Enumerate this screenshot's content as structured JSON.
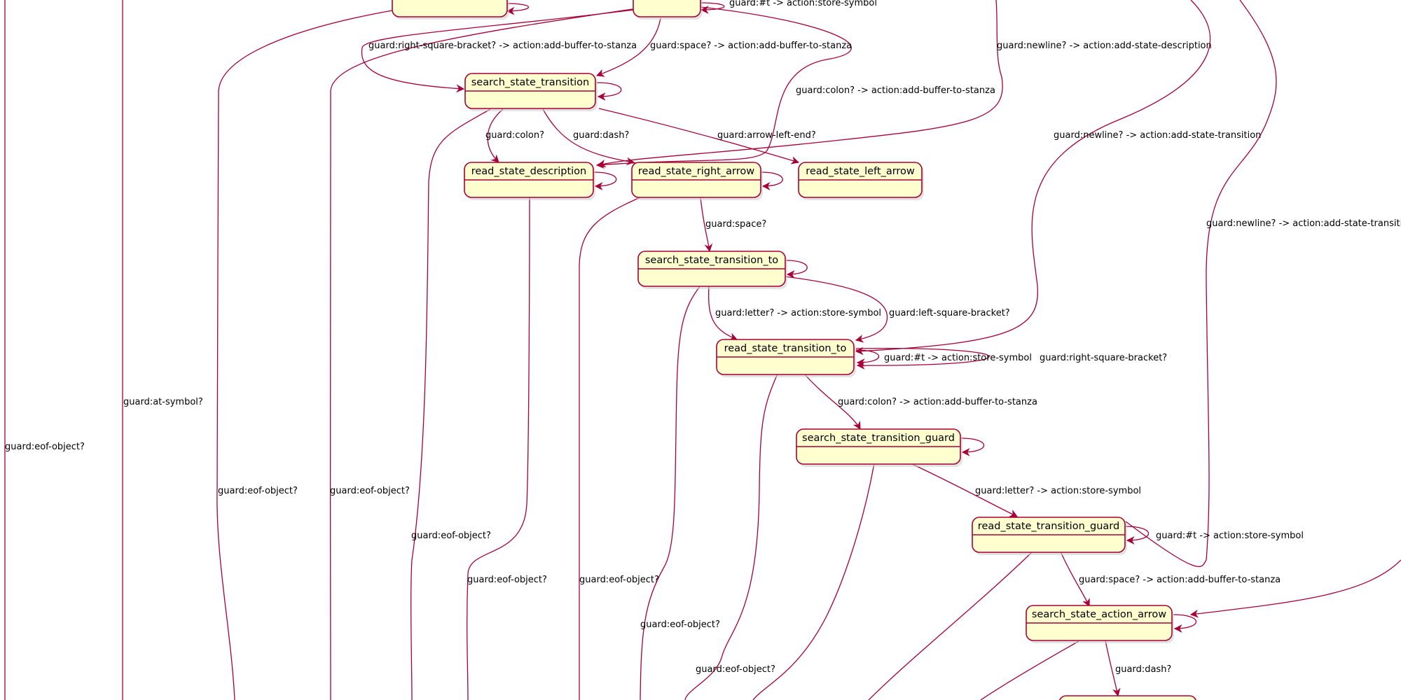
{
  "colors": {
    "node_fill": "#fefece",
    "node_border": "#a80036",
    "edge": "#a80036",
    "text": "#000000",
    "background": "#ffffff"
  },
  "states": [
    {
      "id": "top_left",
      "label": ""
    },
    {
      "id": "top_mid",
      "label": ""
    },
    {
      "id": "search_state_transition",
      "label": "search_state_transition"
    },
    {
      "id": "read_state_description",
      "label": "read_state_description"
    },
    {
      "id": "read_state_right_arrow",
      "label": "read_state_right_arrow"
    },
    {
      "id": "read_state_left_arrow",
      "label": "read_state_left_arrow"
    },
    {
      "id": "search_state_transition_to",
      "label": "search_state_transition_to"
    },
    {
      "id": "read_state_transition_to",
      "label": "read_state_transition_to"
    },
    {
      "id": "search_state_transition_guard",
      "label": "search_state_transition_guard"
    },
    {
      "id": "read_state_transition_guard",
      "label": "read_state_transition_guard"
    },
    {
      "id": "search_state_action_arrow",
      "label": "search_state_action_arrow"
    },
    {
      "id": "bottom_right",
      "label": ""
    }
  ],
  "transitions": [
    {
      "id": "t-store-symbol-top",
      "label": "guard:#t -> action:store-symbol"
    },
    {
      "id": "t-rsb-add-buffer",
      "label": "guard:right-square-bracket? -> action:add-buffer-to-stanza"
    },
    {
      "id": "t-space-add-buffer",
      "label": "guard:space? -> action:add-buffer-to-stanza"
    },
    {
      "id": "t-newline-desc",
      "label": "guard:newline? -> action:add-state-description"
    },
    {
      "id": "t-colon-add-buffer-top",
      "label": "guard:colon? -> action:add-buffer-to-stanza"
    },
    {
      "id": "t-newline-transition-1",
      "label": "guard:newline? -> action:add-state-transition"
    },
    {
      "id": "t-newline-transition-2",
      "label": "guard:newline? -> action:add-state-transition"
    },
    {
      "id": "t-colon",
      "label": "guard:colon?"
    },
    {
      "id": "t-dash-1",
      "label": "guard:dash?"
    },
    {
      "id": "t-arrow-left-end",
      "label": "guard:arrow-left-end?"
    },
    {
      "id": "t-space",
      "label": "guard:space?"
    },
    {
      "id": "t-letter-store",
      "label": "guard:letter? -> action:store-symbol"
    },
    {
      "id": "t-lsb",
      "label": "guard:left-square-bracket?"
    },
    {
      "id": "t-store-symbol-rstt",
      "label": "guard:#t -> action:store-symbol"
    },
    {
      "id": "t-rsb",
      "label": "guard:right-square-bracket?"
    },
    {
      "id": "t-colon-add-buffer",
      "label": "guard:colon? -> action:add-buffer-to-stanza"
    },
    {
      "id": "t-at-symbol",
      "label": "guard:at-symbol?"
    },
    {
      "id": "t-eof-1",
      "label": "guard:eof-object?"
    },
    {
      "id": "t-eof-2",
      "label": "guard:eof-object?"
    },
    {
      "id": "t-eof-3",
      "label": "guard:eof-object?"
    },
    {
      "id": "t-eof-4",
      "label": "guard:eof-object?"
    },
    {
      "id": "t-eof-5",
      "label": "guard:eof-object?"
    },
    {
      "id": "t-eof-6",
      "label": "guard:eof-object?"
    },
    {
      "id": "t-eof-7",
      "label": "guard:eof-object?"
    },
    {
      "id": "t-eof-8",
      "label": "guard:eof-object?"
    },
    {
      "id": "t-letter-store-guard",
      "label": "guard:letter? -> action:store-symbol"
    },
    {
      "id": "t-store-symbol-rstg",
      "label": "guard:#t -> action:store-symbol"
    },
    {
      "id": "t-space-add-buffer-guard",
      "label": "guard:space? -> action:add-buffer-to-stanza"
    },
    {
      "id": "t-dash-2",
      "label": "guard:dash?"
    }
  ]
}
